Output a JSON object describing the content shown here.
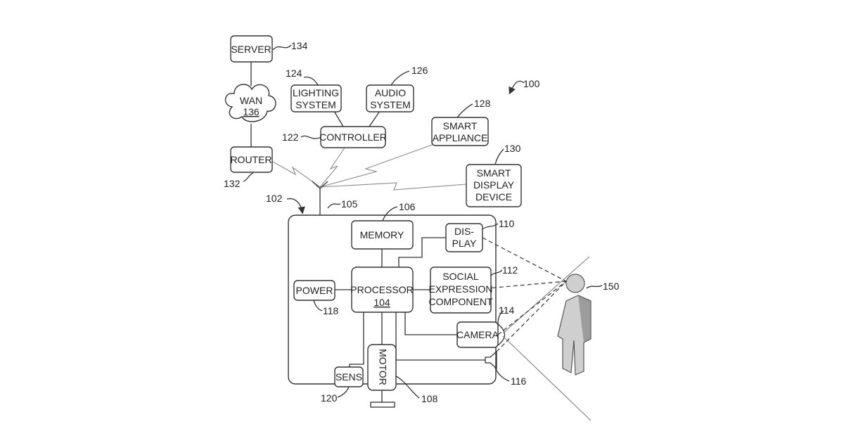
{
  "figure_ref": "100",
  "nodes": {
    "server": {
      "label_lines": [
        "SERVER"
      ],
      "ref": "134"
    },
    "wan": {
      "label_lines": [
        "WAN"
      ],
      "sub": "136"
    },
    "router": {
      "label_lines": [
        "ROUTER"
      ],
      "ref": "132"
    },
    "lighting": {
      "label_lines": [
        "LIGHTING",
        "SYSTEM"
      ],
      "ref": "124"
    },
    "audio": {
      "label_lines": [
        "AUDIO",
        "SYSTEM"
      ],
      "ref": "126"
    },
    "controller": {
      "label_lines": [
        "CONTROLLER"
      ],
      "ref": "122"
    },
    "appliance": {
      "label_lines": [
        "SMART",
        "APPLIANCE"
      ],
      "ref": "128"
    },
    "smartdisplay": {
      "label_lines": [
        "SMART",
        "DISPLAY",
        "DEVICE"
      ],
      "ref": "130"
    },
    "robot": {
      "ref": "102"
    },
    "antenna": {
      "ref": "105"
    },
    "memory": {
      "label_lines": [
        "MEMORY"
      ],
      "ref": "106"
    },
    "display": {
      "label_lines": [
        "DIS-",
        "PLAY"
      ],
      "ref": "110"
    },
    "processor": {
      "label_lines": [
        "PROCESSOR"
      ],
      "sub": "104"
    },
    "social": {
      "label_lines": [
        "SOCIAL",
        "EXPRESSION",
        "COMPONENT"
      ],
      "ref": "112"
    },
    "power": {
      "label_lines": [
        "POWER"
      ],
      "ref": "118"
    },
    "camera": {
      "label_lines": [
        "CAMERA"
      ],
      "ref": "114"
    },
    "speaker": {
      "ref": "116"
    },
    "sens": {
      "label_lines": [
        "SENS"
      ],
      "ref": "120"
    },
    "motor": {
      "label_lines": [
        "MOTOR"
      ],
      "ref": "108"
    },
    "person": {
      "ref": "150"
    }
  }
}
